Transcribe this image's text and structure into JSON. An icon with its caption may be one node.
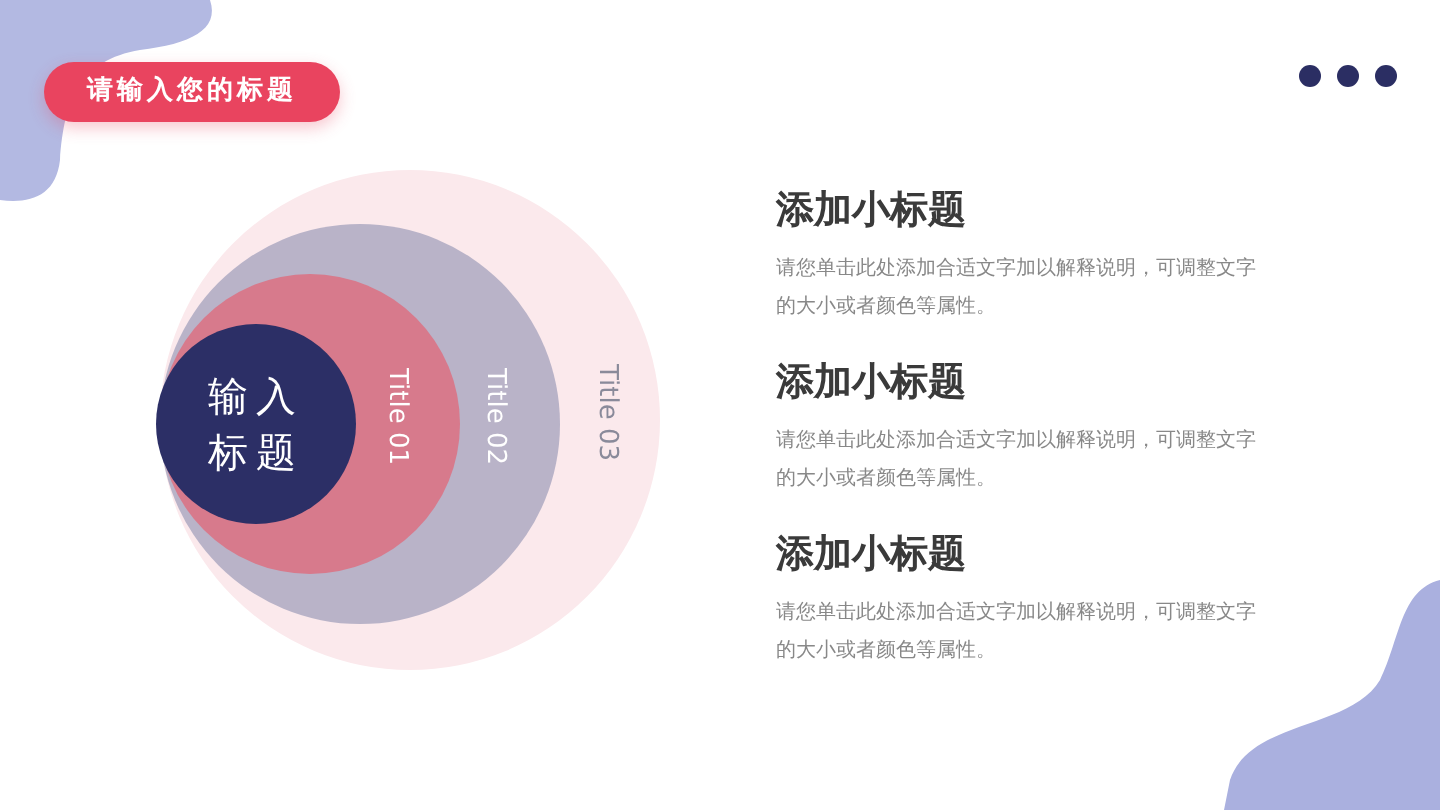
{
  "diagram": {
    "title": "请输入您的标题",
    "nodes": [
      {
        "text": [
          "Title 03"
        ]
      },
      {
        "text": [
          "Title 02"
        ],
        "in": 0
      },
      {
        "text": [
          "Title 01"
        ],
        "in": 1
      },
      {
        "text": [
          "输入标题"
        ],
        "in": 2
      }
    ],
    "edges": [],
    "labels": [
      "添加小标题",
      "请您单击此处添加合适文字加以解释说明，可调整文字的大小或者颜色等属性。",
      "添加小标题",
      "请您单击此处添加合适文字加以解释说明，可调整文字的大小或者颜色等属性。",
      "添加小标题",
      "请您单击此处添加合适文字加以解释说明，可调整文字的大小或者颜色等属性。"
    ]
  }
}
